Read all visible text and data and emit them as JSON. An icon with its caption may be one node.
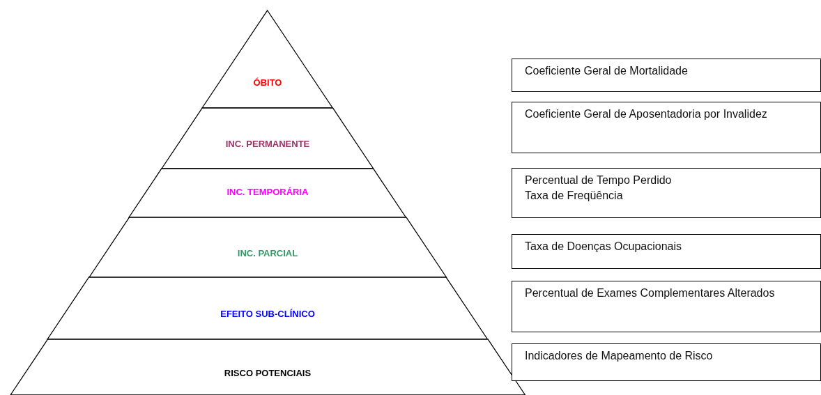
{
  "diagram": {
    "nodes": [
      {
        "text": [
          "ÓBITO"
        ]
      },
      {
        "text": [
          "INC. PERMANENTE"
        ]
      },
      {
        "text": [
          "INC. TEMPORÁRIA"
        ]
      },
      {
        "text": [
          "INC. PARCIAL"
        ]
      },
      {
        "text": [
          "EFEITO SUB-CLÍNICO"
        ]
      },
      {
        "text": [
          "RISCO POTENCIAIS"
        ]
      },
      {
        "text": [
          "Coeficiente Geral de Mortalidade"
        ]
      },
      {
        "text": [
          "Coeficiente Geral de Aposentadoria por Invalidez"
        ]
      },
      {
        "text": [
          "Percentual de Tempo Perdido",
          "Taxa de Freqüência"
        ]
      },
      {
        "text": [
          "Taxa de Doenças Ocupacionais"
        ]
      },
      {
        "text": [
          "Percentual de Exames Complementares Alterados"
        ]
      },
      {
        "text": [
          "Indicadores de Mapeamento de Risco"
        ]
      }
    ],
    "edges": []
  }
}
